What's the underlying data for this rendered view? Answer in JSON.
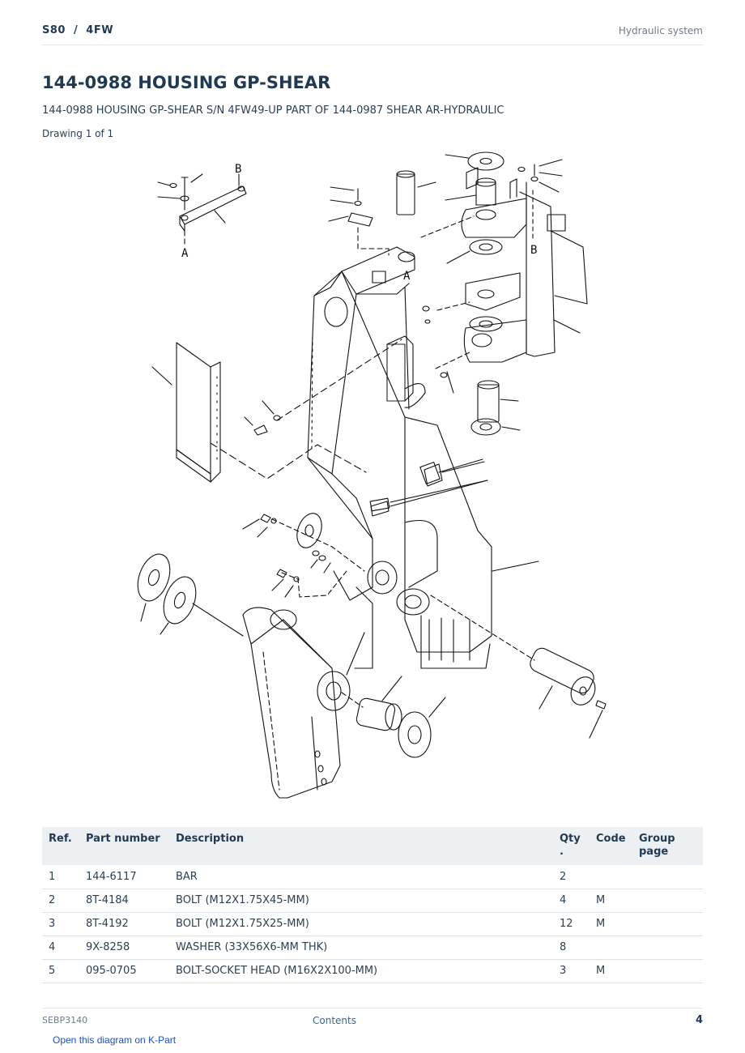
{
  "header": {
    "model": "S80  /  4FW",
    "section": "Hydraulic system"
  },
  "title": "144-0988 HOUSING GP-SHEAR",
  "subtitle": "144-0988 HOUSING GP-SHEAR S/N 4FW49-UP PART OF 144-0987 SHEAR AR-HYDRAULIC",
  "drawing_count": "Drawing 1 of 1",
  "diagram": {
    "callouts": [
      "A",
      "B",
      "A",
      "B"
    ]
  },
  "table": {
    "headers": {
      "ref": "Ref.",
      "part_number": "Part number",
      "description": "Description",
      "qty": "Qty\n.",
      "code": "Code",
      "group_page": "Group\npage"
    },
    "rows": [
      {
        "ref": "1",
        "part_number": "144-6117",
        "description": "BAR",
        "qty": "2",
        "code": "",
        "group_page": ""
      },
      {
        "ref": "2",
        "part_number": "8T-4184",
        "description": "BOLT (M12X1.75X45-MM)",
        "qty": "4",
        "code": "M",
        "group_page": ""
      },
      {
        "ref": "3",
        "part_number": "8T-4192",
        "description": "BOLT (M12X1.75X25-MM)",
        "qty": "12",
        "code": "M",
        "group_page": ""
      },
      {
        "ref": "4",
        "part_number": "9X-8258",
        "description": "WASHER (33X56X6-MM THK)",
        "qty": "8",
        "code": "",
        "group_page": ""
      },
      {
        "ref": "5",
        "part_number": "095-0705",
        "description": "BOLT-SOCKET HEAD (M16X2X100-MM)",
        "qty": "3",
        "code": "M",
        "group_page": ""
      }
    ]
  },
  "footer": {
    "doc_id": "SEBP3140",
    "contents": "Contents",
    "page": "4",
    "kpart_link": "Open this diagram on K-Part"
  }
}
